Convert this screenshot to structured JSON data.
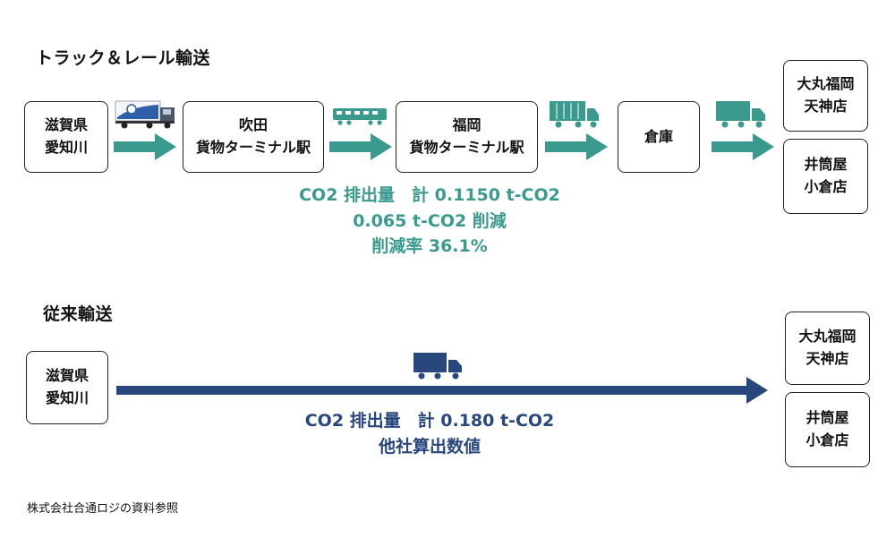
{
  "colors": {
    "teal": "#3a9a8e",
    "navy": "#28477d",
    "border": "#222222"
  },
  "rail_section": {
    "title": "トラック＆レール輸送",
    "origin": {
      "line1": "滋賀県",
      "line2": "愛知川"
    },
    "station1": {
      "line1": "吹田",
      "line2": "貨物ターミナル駅"
    },
    "station2": {
      "line1": "福岡",
      "line2": "貨物ターミナル駅"
    },
    "warehouse": {
      "line1": "倉庫"
    },
    "dest1": {
      "line1": "大丸福岡",
      "line2": "天神店"
    },
    "dest2": {
      "line1": "井筒屋",
      "line2": "小倉店"
    },
    "icons": [
      "truck-icon",
      "train-icon",
      "container-truck-icon",
      "truck-icon"
    ],
    "stats": {
      "line1": "CO2 排出量　計 0.1150 t-CO2",
      "line2": "0.065 t-CO2 削減",
      "line3": "削減率 36.1%"
    }
  },
  "conventional_section": {
    "title": "従来輸送",
    "origin": {
      "line1": "滋賀県",
      "line2": "愛知川"
    },
    "dest1": {
      "line1": "大丸福岡",
      "line2": "天神店"
    },
    "dest2": {
      "line1": "井筒屋",
      "line2": "小倉店"
    },
    "icons": [
      "truck-icon"
    ],
    "stats": {
      "line1": "CO2 排出量　計 0.180 t-CO2",
      "line2": "他社算出数値"
    }
  },
  "footnote": "株式会社合通ロジの資料参照"
}
